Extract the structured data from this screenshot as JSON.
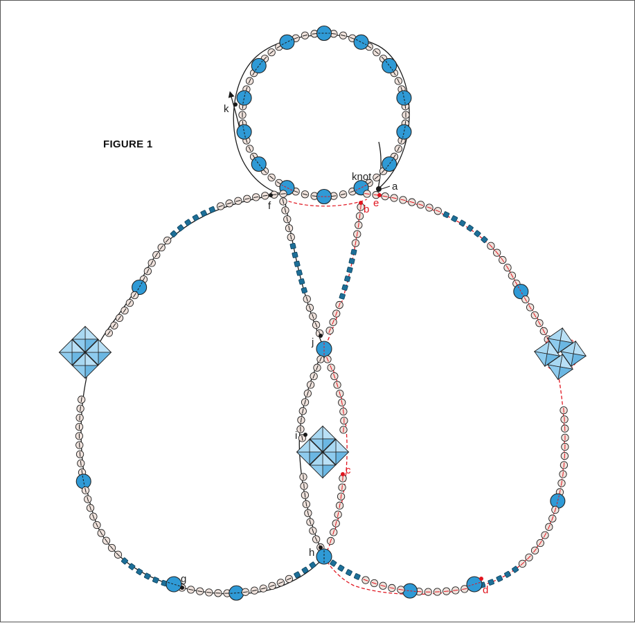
{
  "figure": {
    "title": "FIGURE 1",
    "knot_label": "knot"
  },
  "points": {
    "a": "a",
    "b": "b",
    "c": "c",
    "d": "d",
    "e": "e",
    "f": "f",
    "g": "g",
    "h": "h",
    "i": "i",
    "j": "j",
    "k": "k"
  },
  "colors": {
    "seed_bead": "#efe2dc",
    "blue_bead": "#2f9ad6",
    "bugle_bead": "#1d6f98",
    "crystal": "#8ecbee",
    "thread_black": "#1a1a1a",
    "thread_red": "#e0141e",
    "outline": "#222222"
  }
}
